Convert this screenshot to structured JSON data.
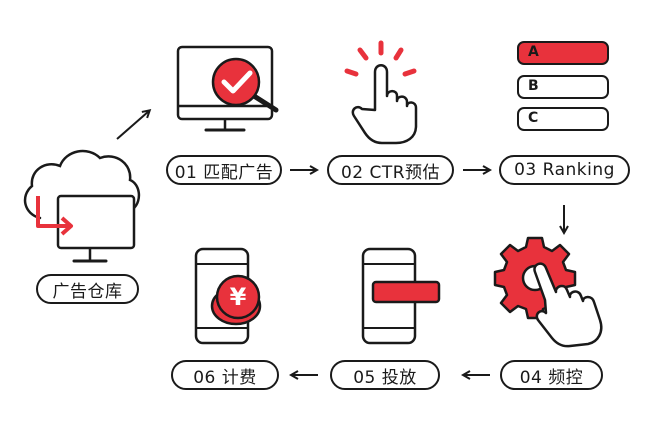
{
  "steps": [
    {
      "label": "01 匹配广告"
    },
    {
      "label": "02 CTR预估"
    },
    {
      "label": "03 Ranking"
    },
    {
      "label": "04 频控"
    },
    {
      "label": "05 投放"
    },
    {
      "label": "06 计费"
    }
  ],
  "repository": {
    "label": "广告仓库"
  },
  "ranking_options": [
    "A",
    "B",
    "C"
  ],
  "currency_symbol": "¥",
  "colors": {
    "accent": "#e8323c",
    "stroke": "#1a1a1a",
    "background": "#ffffff"
  },
  "icons": [
    "cloud-monitor-icon",
    "monitor-check-magnifier-icon",
    "tap-hand-icon",
    "ranking-list-icon",
    "gear-hand-icon",
    "phone-banner-icon",
    "phone-coin-icon"
  ]
}
